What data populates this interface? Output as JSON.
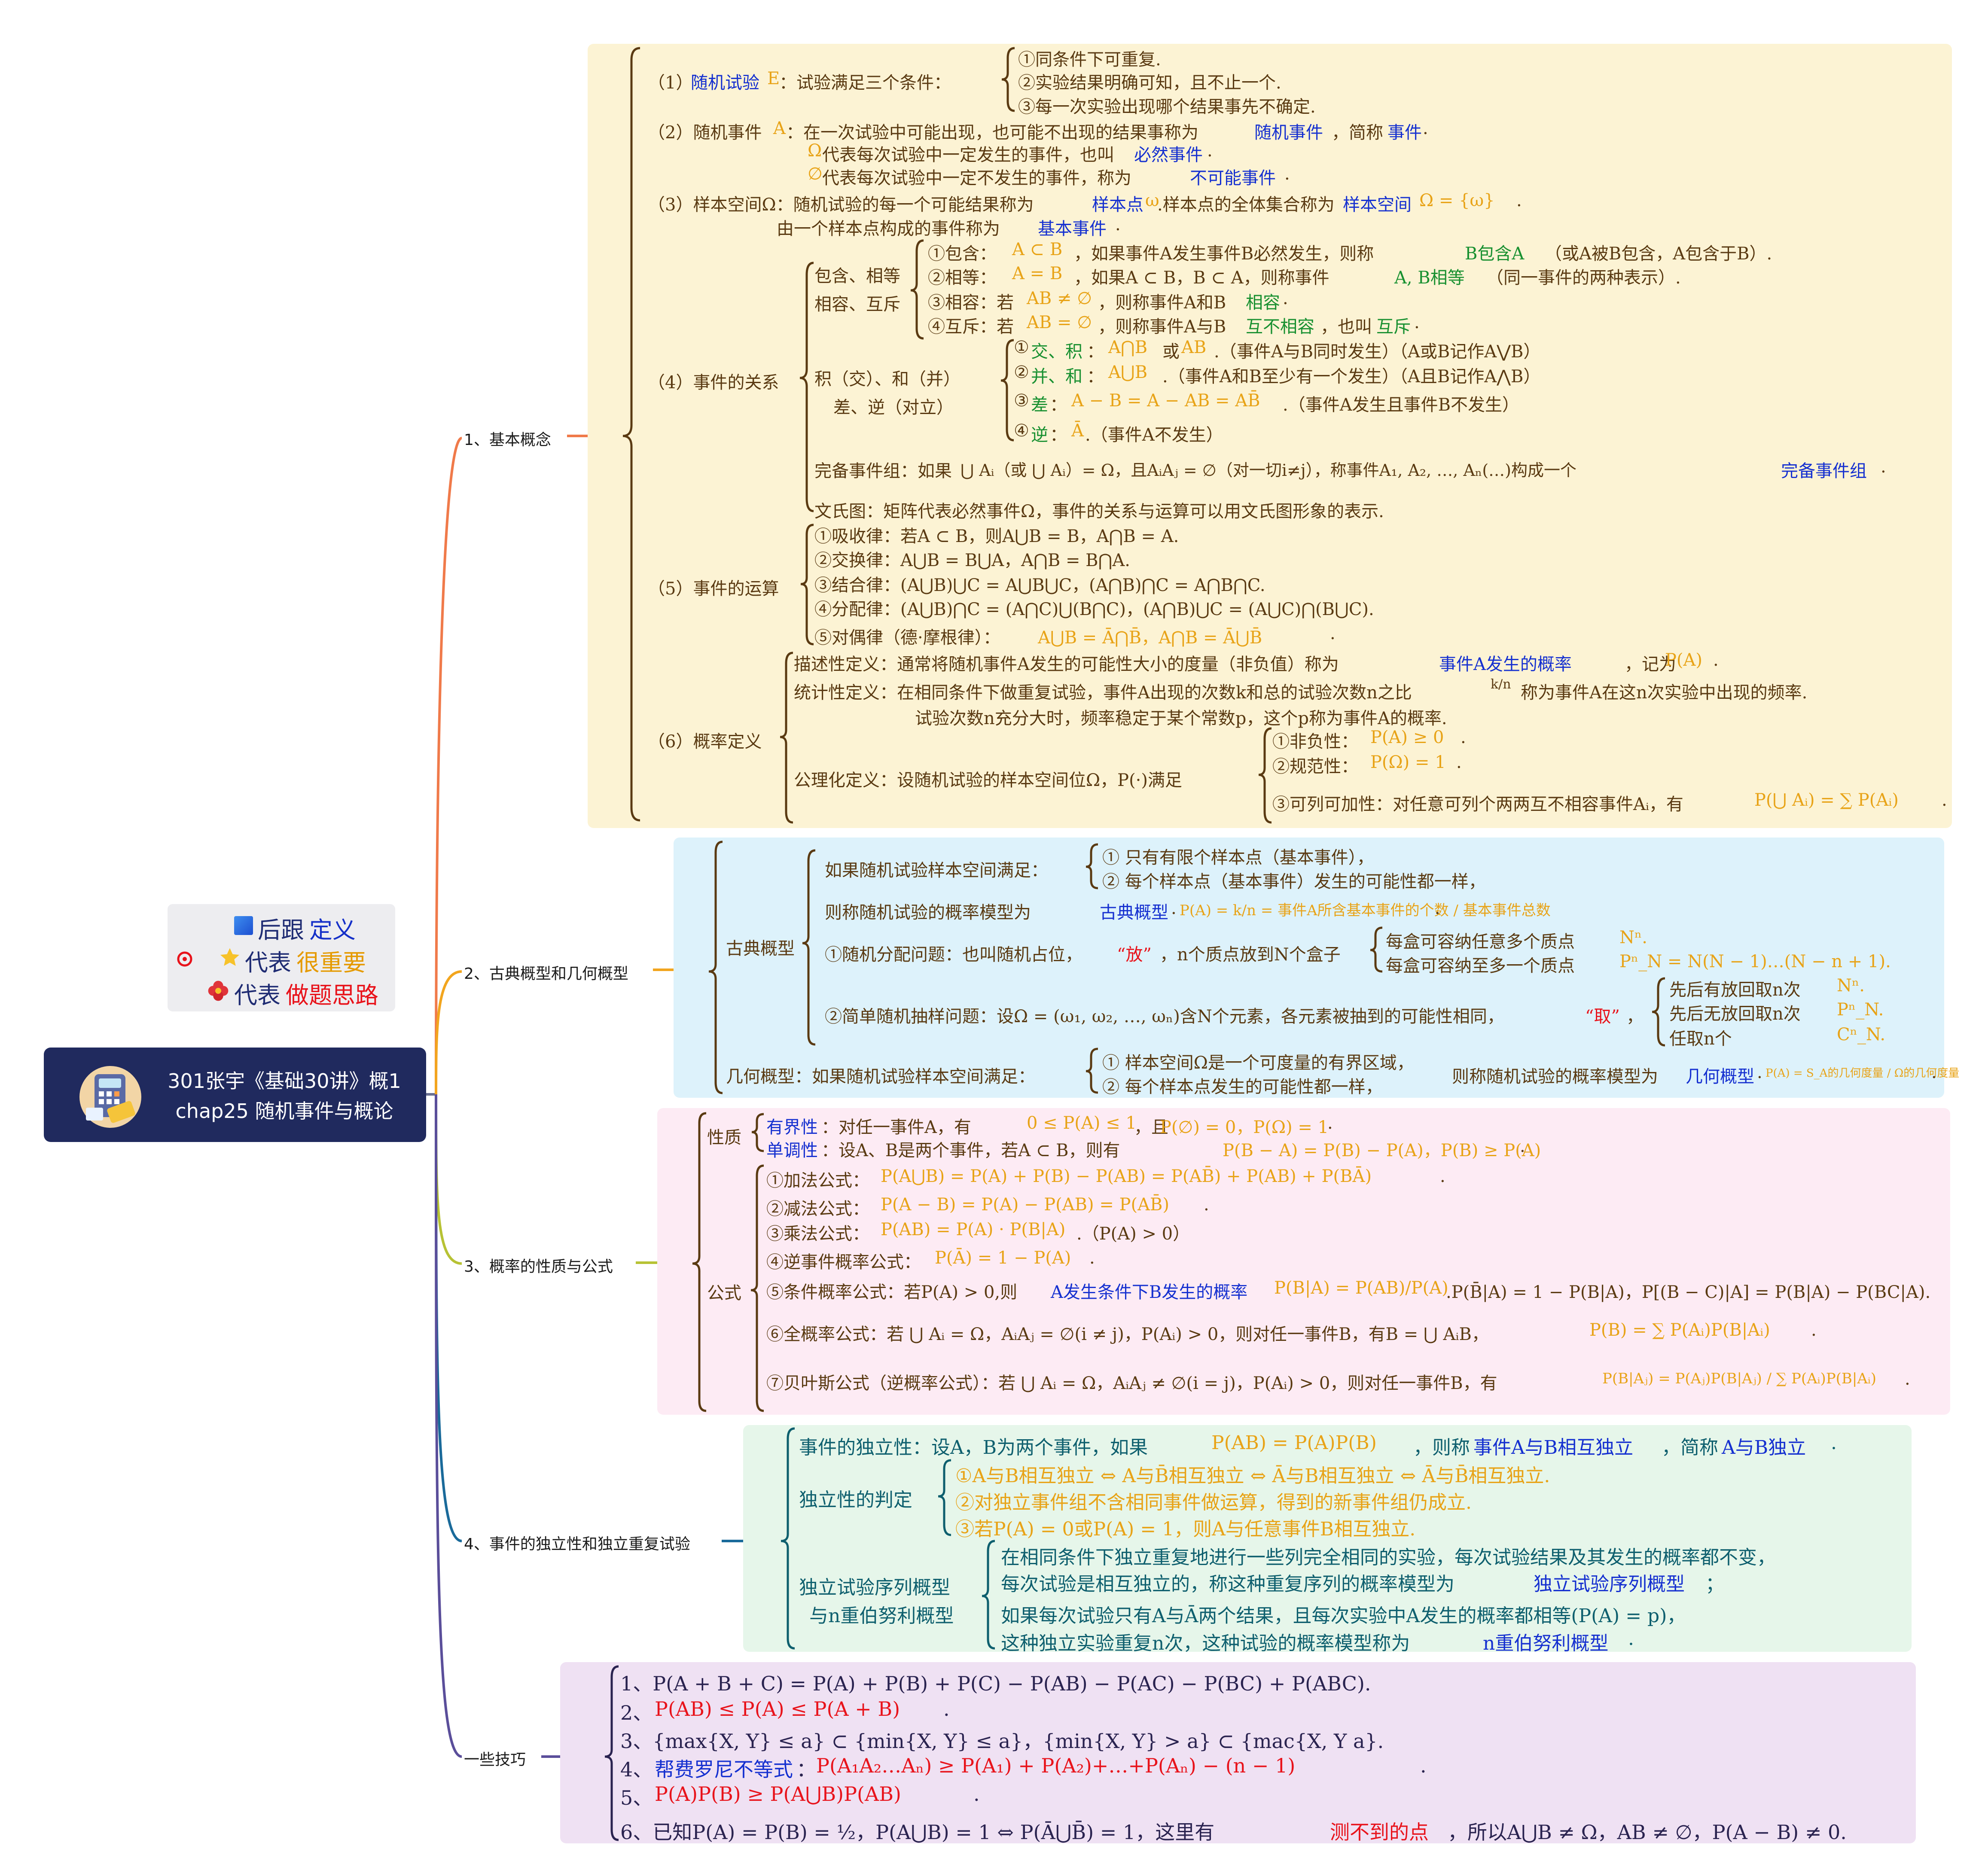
{
  "central": {
    "title_line1": "301张宇《基础30讲》概1",
    "title_line2": "chap25 随机事件与概论"
  },
  "legend": {
    "row1_prefix": "后跟",
    "row1_keyword": "定义",
    "row2_prefix": "代表",
    "row2_keyword": "很重要",
    "row3_prefix": "代表",
    "row3_keyword": "做题思路"
  },
  "branches": {
    "b1": "1、基本概念",
    "b2": "2、古典概型和几何概型",
    "b3": "3、概率的性质与公式",
    "b4": "4、事件的独立性和独立重复试验",
    "b5": "一些技巧"
  },
  "colors": {
    "central_bg": "#202a5e",
    "panel1": "#fcf3d4",
    "panel2": "#ddf2fb",
    "panel3": "#fdebf4",
    "panel4": "#e6f6ea",
    "panel5": "#efe1f3",
    "brace": "#5a3a12"
  },
  "p1": {
    "l1a": "（1）",
    "l1b": "随机试验",
    "l1c": "E",
    "l1d": "：试验满足三个条件：",
    "l1_c1": "①同条件下可重复.",
    "l1_c2": "②实验结果明确可知，且不止一个.",
    "l1_c3": "③每一次实验出现哪个结果事先不确定.",
    "l2a": "（2）随机事件",
    "l2b": "A",
    "l2c": "：在一次试验中可能出现，也可能不出现的结果事称为",
    "l2d": "随机事件",
    "l2e": "，简称",
    "l2f": "事件",
    "l2g": ".",
    "l3a": "Ω",
    "l3b": "代表每次试验中一定发生的事件，也叫",
    "l3c": "必然事件",
    "l3d": ".",
    "l4a": "∅",
    "l4b": "代表每次试验中一定不发生的事件，称为",
    "l4c": "不可能事件",
    "l4d": ".",
    "l5a": "（3）样本空间Ω：随机试验的每一个可能结果称为",
    "l5b": "样本点",
    "l5c": "ω",
    "l5d": ".样本点的全体集合称为",
    "l5e": "样本空间",
    "l5f": "Ω = {ω}",
    "l5g": ".",
    "l6a": "由一个样本点构成的事件称为",
    "l6b": "基本事件",
    "l6c": ".",
    "rel_label1": "包含、相等",
    "rel_label2": "相容、互斥",
    "r1a": "①包含：",
    "r1b": "A ⊂ B",
    "r1c": "，如果事件A发生事件B必然发生，则称",
    "r1d": "B包含A",
    "r1e": "（或A被B包含，A包含于B）.",
    "r2a": "②相等：",
    "r2b": "A = B",
    "r2c": "，如果A ⊂ B，B ⊂ A，则称事件",
    "r2d": "A, B相等",
    "r2e": "（同一事件的两种表示）.",
    "r3a": "③相容：若",
    "r3b": "AB ≠ ∅",
    "r3c": "，则称事件A和B",
    "r3d": "相容",
    "r3e": ".",
    "r4a": "④互斥：若",
    "r4b": "AB = ∅",
    "r4c": "，则称事件A与B",
    "r4d": "互不相容",
    "r4e": "，也叫",
    "r4f": "互斥",
    "r4g": ".",
    "ops_label1": "积（交）、和（并）",
    "ops_label2": "差、逆（对立）",
    "o1a": "①",
    "o1b": "交、积",
    "o1c": "：",
    "o1d": "A⋂B",
    "o1e": "或",
    "o1f": "AB",
    "o1g": ".（事件A与B同时发生）（A或B记作A⋁B）",
    "o2a": "②",
    "o2b": "并、和",
    "o2c": "：",
    "o2d": "A⋃B",
    "o2e": ".（事件A和B至少有一个发生）（A且B记作A⋀B）",
    "o3a": "③",
    "o3b": "差",
    "o3c": "：",
    "o3d": "A − B = A − AB = AB̄",
    "o3e": ".（事件A发生且事件B不发生）",
    "o4a": "④",
    "o4b": "逆",
    "o4c": "：",
    "o4d": "Ā",
    "o4e": ".（事件A不发生）",
    "rel4": "（4）事件的关系",
    "wan_a": "完备事件组：如果",
    "wan_b": "⋃ Aᵢ（或 ⋃ Aᵢ）= Ω，且AᵢAⱼ = ∅（对一切i≠j），称事件A₁, A₂, …, Aₙ(…)构成一个",
    "wan_c": "完备事件组",
    "wan_d": ".",
    "wen": "文氏图：矩阵代表必然事件Ω，事件的关系与运算可以用文氏图形象的表示.",
    "op5": "（5）事件的运算",
    "e1": "①吸收律：若A ⊂ B，则A⋃B = B，A⋂B = A.",
    "e2": "②交换律：A⋃B = B⋃A，A⋂B = B⋂A.",
    "e3": "③结合律：(A⋃B)⋃C = A⋃B⋃C，(A⋂B)⋂C = A⋂B⋂C.",
    "e4": "④分配律：(A⋃B)⋂C = (A⋂C)⋃(B⋂C)，(A⋂B)⋃C = (A⋃C)⋂(B⋃C).",
    "e5a": "⑤对偶律（德·摩根律）：",
    "e5b": "A⋃B = Ā⋂B̄，A⋂B = Ā⋃B̄",
    "e5c": ".",
    "prob6": "（6）概率定义",
    "d1a": "描述性定义：通常将随机事件A发生的可能性大小的度量（非负值）称为",
    "d1b": "事件A发生的概率",
    "d1c": "，记为",
    "d1d": "P(A)",
    "d1e": ".",
    "d2a": "统计性定义：在相同条件下做重复试验，事件A出现的次数k和总的试验次数n之比",
    "d2b": "k/n",
    "d2c": "称为事件A在这n次实验中出现的频率.",
    "d3": "试验次数n充分大时，频率稳定于某个常数p，这个p称为事件A的概率.",
    "d4": "公理化定义：设随机试验的样本空间位Ω，P(·)满足",
    "ax1a": "①非负性：",
    "ax1b": "P(A) ≥ 0",
    "ax1c": ".",
    "ax2a": "②规范性：",
    "ax2b": "P(Ω) = 1",
    "ax2c": ".",
    "ax3a": "③可列可加性：对任意可列个两两互不相容事件Aᵢ，有",
    "ax3b": "P(⋃ Aᵢ) = ∑ P(Aᵢ)",
    "ax3c": "."
  },
  "p2": {
    "gd": "古典概型",
    "g1": "如果随机试验样本空间满足：",
    "g1c1": "① 只有有限个样本点（基本事件），",
    "g1c2": "② 每个样本点（基本事件）发生的可能性都一样，",
    "g2a": "则称随机试验的概率模型为",
    "g2b": "古典概型",
    "g2c": ".",
    "g2d": "P(A) = k/n = 事件A所含基本事件的个数 / 基本事件总数",
    "g2e": ".",
    "g3a": "①随机分配问题：也叫随机占位，",
    "g3b": "“放”",
    "g3c": "，n个质点放到N个盒子",
    "g3c1": "每盒可容纳任意多个质点",
    "g3c1v": "Nⁿ.",
    "g3c2": "每盒可容纳至多一个质点",
    "g3c2v": "Pⁿ_N = N(N − 1)…(N − n + 1).",
    "g4a": "②简单随机抽样问题：设Ω = (ω₁, ω₂, …, ωₙ)含N个元素，各元素被抽到的可能性相同，",
    "g4b": "“取”",
    "g4c": "，",
    "g4c1": "先后有放回取n次",
    "g4c1v": "Nⁿ.",
    "g4c2": "先后无放回取n次",
    "g4c2v": "Pⁿ_N.",
    "g4c3": "任取n个",
    "g4c3v": "Cⁿ_N.",
    "j1": "几何概型：如果随机试验样本空间满足：",
    "j1c1": "① 样本空间Ω是一个可度量的有界区域，",
    "j1c2": "② 每个样本点发生的可能性都一样，",
    "j2a": "则称随机试验的概率模型为",
    "j2b": "几何概型",
    "j2c": ".",
    "j2d": "P(A) = S_A的几何度量 / Ω的几何度量",
    "j2e": "."
  },
  "p3": {
    "xz": "性质",
    "x1a": "有界性",
    "x1b": "：对任一事件A，有",
    "x1c": "0 ≤ P(A) ≤ 1",
    "x1d": "，且",
    "x1e": "P(∅) = 0，P(Ω) = 1",
    "x1f": ".",
    "x2a": "单调性",
    "x2b": "：设A、B是两个事件，若A ⊂ B，则有",
    "x2c": "P(B − A) = P(B) − P(A)，P(B) ≥ P(A)",
    "x2d": ".",
    "gs": "公式",
    "f1a": "①加法公式：",
    "f1b": "P(A⋃B) = P(A) + P(B) − P(AB) = P(AB̄) + P(AB) + P(BĀ)",
    "f1c": ".",
    "f2a": "②减法公式：",
    "f2b": "P(A − B) = P(A) − P(AB) = P(AB̄)",
    "f2c": ".",
    "f3a": "③乘法公式：",
    "f3b": "P(AB) = P(A) · P(B|A)",
    "f3c": ".（P(A) > 0）",
    "f4a": "④逆事件概率公式：",
    "f4b": "P(Ā) = 1 − P(A)",
    "f4c": ".",
    "f5a": "⑤条件概率公式：若P(A) > 0,则",
    "f5b": "A发生条件下B发生的概率",
    "f5c": "P(B|A) = P(AB)/P(A)",
    "f5d": ".P(B̄|A) = 1 − P(B|A)，P[(B − C)|A] = P(B|A) − P(BC|A).",
    "f6a": "⑥全概率公式：若 ⋃ Aᵢ = Ω，AᵢAⱼ = ∅(i ≠ j)，P(Aᵢ) > 0，则对任一事件B，有B = ⋃ AᵢB，",
    "f6b": "P(B) = ∑ P(Aᵢ)P(B|Aᵢ)",
    "f6c": ".",
    "f7a": "⑦贝叶斯公式（逆概率公式）：若 ⋃ Aᵢ = Ω，AᵢAⱼ ≠ ∅(i = j)，P(Aᵢ) > 0，则对任一事件B，有",
    "f7b": "P(B|Aⱼ) = P(Aⱼ)P(B|Aⱼ) / ∑ P(Aᵢ)P(B|Aᵢ)",
    "f7c": "."
  },
  "p4": {
    "i1a": "事件的独立性：设A，B为两个事件，如果",
    "i1b": "P(AB) = P(A)P(B)",
    "i1c": "，则称",
    "i1d": "事件A与B相互独立",
    "i1e": "，简称",
    "i1f": "A与B独立",
    "i1g": ".",
    "pd": "独立性的判定",
    "pd1": "①A与B相互独立 ⇔ A与B̄相互独立 ⇔ Ā与B相互独立 ⇔ Ā与B̄相互独立.",
    "pd2": "②对独立事件组不含相同事件做运算，得到的新事件组仍成立.",
    "pd3": "③若P(A) = 0或P(A) = 1，则A与任意事件B相互独立.",
    "xl1": "独立试验序列概型",
    "xl2": "与n重伯努利概型",
    "s1": "在相同条件下独立重复地进行一些列完全相同的实验，每次试验结果及其发生的概率都不变，",
    "s2a": "每次试验是相互独立的，称这种重复序列的概率模型为",
    "s2b": "独立试验序列概型",
    "s2c": "；",
    "s3": "如果每次试验只有A与Ā两个结果，且每次实验中A发生的概率都相等(P(A) = p)，",
    "s4a": "这种独立实验重复n次，这种试验的概率模型称为",
    "s4b": "n重伯努利概型",
    "s4c": "."
  },
  "p5": {
    "k1": "1、P(A + B + C) = P(A) + P(B) + P(C) − P(AB) − P(AC) − P(BC) + P(ABC).",
    "k2a": "2、",
    "k2b": "P(AB) ≤ P(A) ≤ P(A + B)",
    "k2c": ".",
    "k3": "3、{max{X, Y} ≤ a} ⊂ {min{X, Y} ≤ a}，{min{X, Y} > a} ⊂ {mac{X, Y a}.",
    "k4a": "4、",
    "k4b": "帮费罗尼不等式",
    "k4c": "：",
    "k4d": "P(A₁A₂…Aₙ) ≥ P(A₁) + P(A₂)+…+P(Aₙ) − (n − 1)",
    "k4e": ".",
    "k5a": "5、",
    "k5b": "P(A)P(B) ≥ P(A⋃B)P(AB)",
    "k5c": ".",
    "k6a": "6、已知P(A) = P(B) = ½，P(A⋃B) = 1 ⇔ P(Ā⋃B̄) = 1，这里有",
    "k6b": "测不到的点",
    "k6c": "，所以A⋃B ≠ Ω，AB ≠ ∅，P(A − B) ≠ 0."
  }
}
